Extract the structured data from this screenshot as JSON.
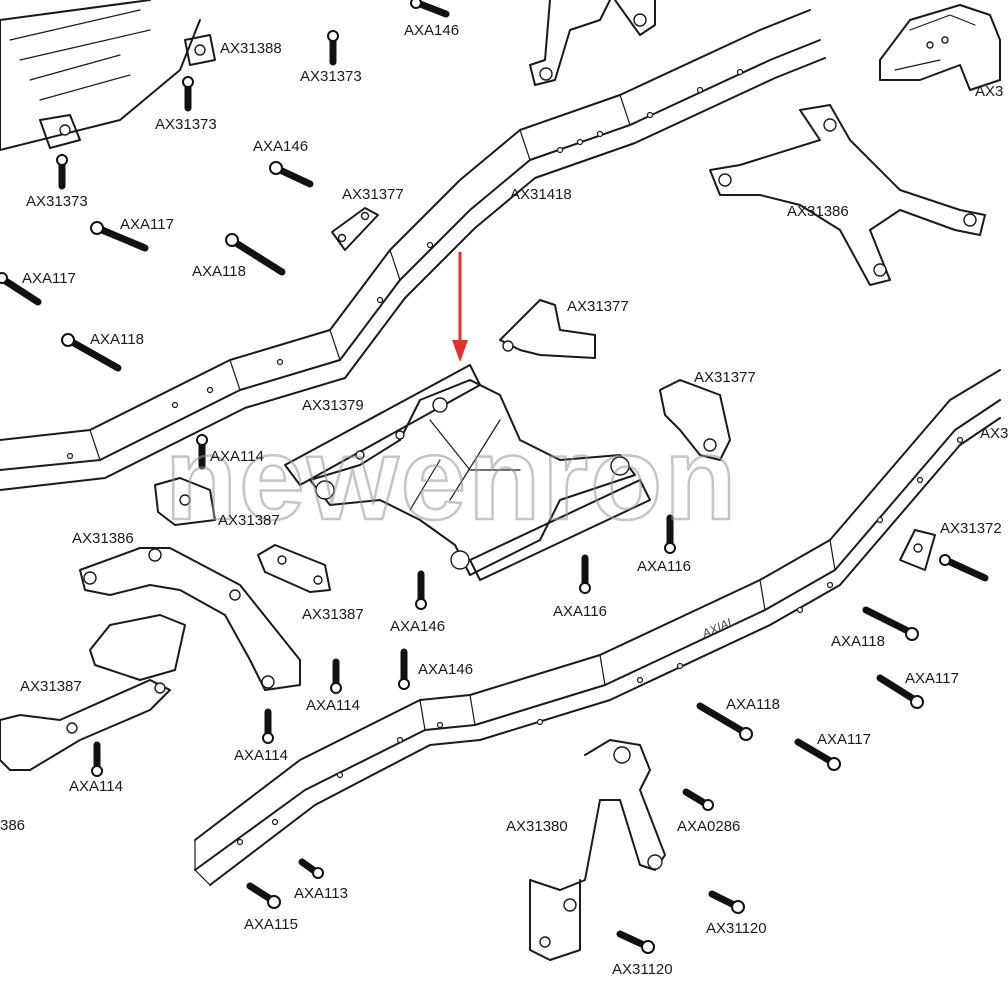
{
  "watermark": "newenron",
  "frame_engraving": "AXIAL",
  "colors": {
    "line": "#1a1a1a",
    "arrow": "#e0322e",
    "watermark": "#969696"
  },
  "labels": {
    "ax31388": "AX31388",
    "axa146_top": "AXA146",
    "ax31373_a": "AX31373",
    "ax31373_b": "AX31373",
    "ax31373_c": "AX31373",
    "axa146_left": "AXA146",
    "ax31377_a": "AX31377",
    "ax31418": "AX31418",
    "axa117_a": "AXA117",
    "axa117_b": "AXA117",
    "axa118_a": "AXA118",
    "axa118_b": "AXA118",
    "ax31386_right": "AX31386",
    "ax31377_b": "AX31377",
    "ax31379": "AX31379",
    "ax31377_c": "AX31377",
    "axa114_a": "AXA114",
    "ax31387_a": "AX31387",
    "ax31386_left": "AX31386",
    "axa116_a": "AXA116",
    "axa116_b": "AXA116",
    "ax31387_b": "AX31387",
    "axa146_c": "AXA146",
    "axa146_d": "AXA146",
    "ax31372": "AX31372",
    "axa118_c": "AXA118",
    "ax31387_c": "AX31387",
    "axa114_b": "AXA114",
    "axa117_c": "AXA117",
    "axa114_c": "AXA114",
    "axa118_d": "AXA118",
    "axa117_d": "AXA117",
    "axa114_d": "AXA114",
    "ax386_edge": "386",
    "ax31380": "AX31380",
    "axa0286": "AXA0286",
    "axa113": "AXA113",
    "axa115": "AXA115",
    "ax31120_a": "AX31120",
    "ax31120_b": "AX31120",
    "ax3_edge_top": "AX3",
    "ax3_edge_mid": "AX3"
  }
}
